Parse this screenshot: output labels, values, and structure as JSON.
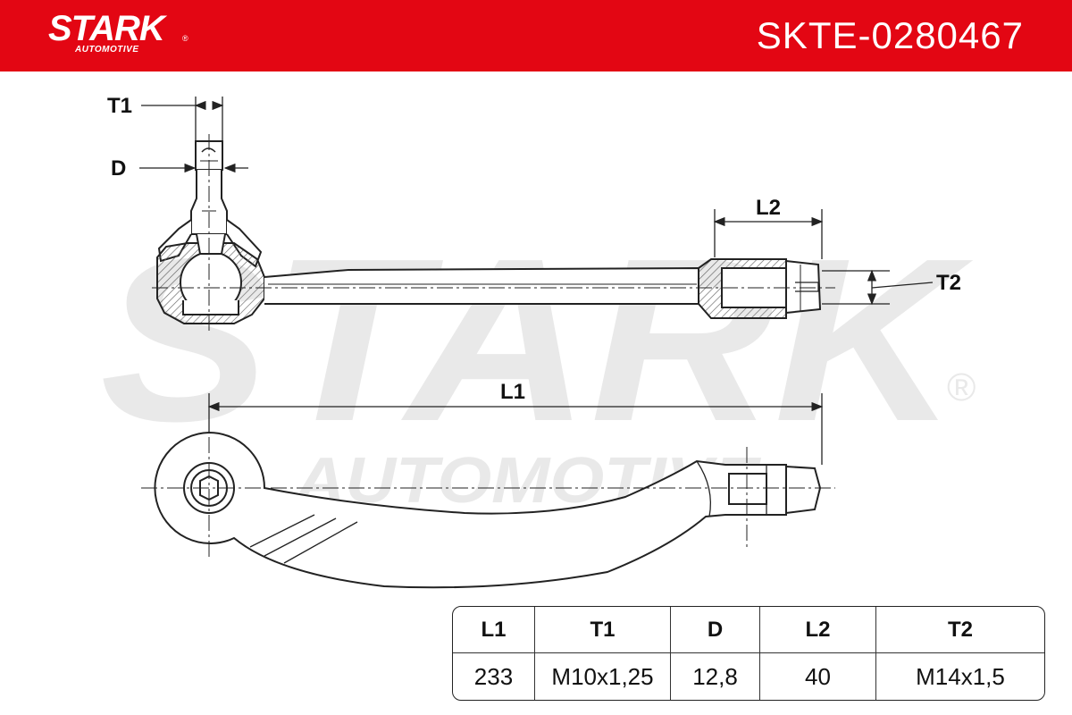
{
  "brand": {
    "name": "STARK",
    "sub": "AUTOMOTIVE",
    "registered": "®"
  },
  "part_number": "SKTE-0280467",
  "watermark": {
    "line1": "STARK",
    "line2": "AUTOMOTIVE",
    "mark": "®"
  },
  "dimension_labels": {
    "t1": "T1",
    "d": "D",
    "l2": "L2",
    "t2": "T2",
    "l1": "L1"
  },
  "table": {
    "headers": [
      "L1",
      "T1",
      "D",
      "L2",
      "T2"
    ],
    "values": [
      "233",
      "M10x1,25",
      "12,8",
      "40",
      "M14x1,5"
    ]
  },
  "colors": {
    "header_bg": "#e30613",
    "watermark": "#e9e9e9",
    "line": "#222222",
    "hatch": "#888888"
  }
}
